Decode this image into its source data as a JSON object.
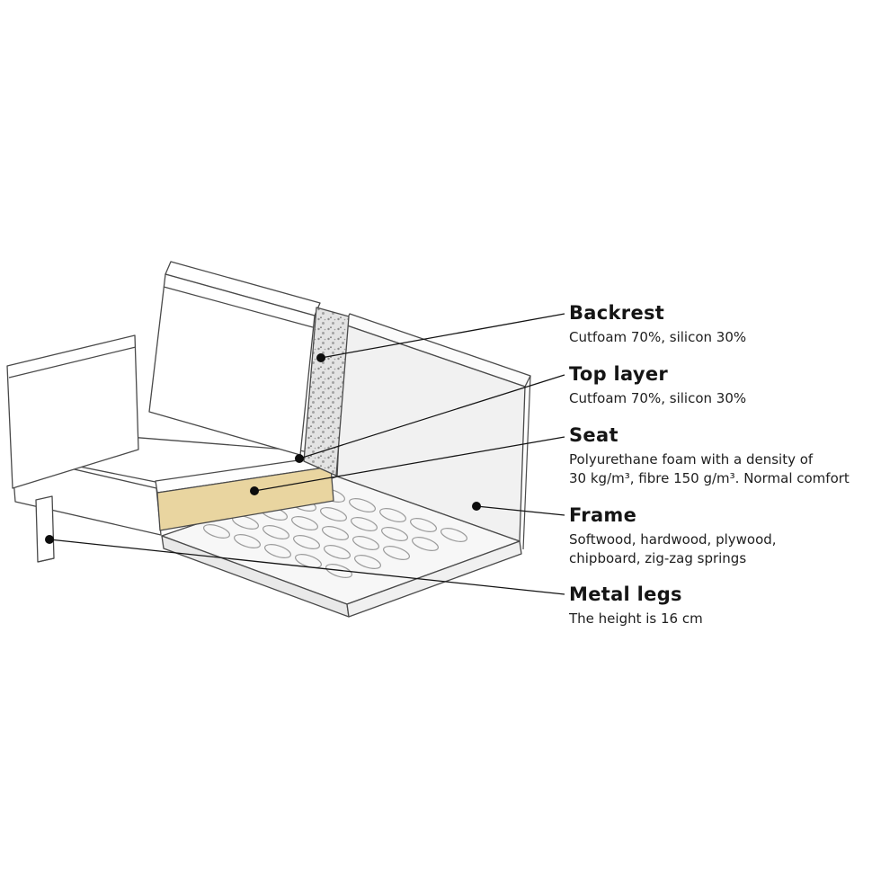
{
  "callouts": [
    {
      "title": "Backrest",
      "desc": "Cutfoam 70%, silicon 30%"
    },
    {
      "title": "Top layer",
      "desc": "Cutfoam 70%, silicon 30%"
    },
    {
      "title": "Seat",
      "desc": "Polyurethane foam with a density of\n30 kg/m³, fibre 150 g/m³. Normal comfort"
    },
    {
      "title": "Frame",
      "desc": "Softwood, hardwood, plywood,\nchipboard, zig-zag springs"
    },
    {
      "title": "Metal legs",
      "desc": "The height is 16 cm"
    }
  ],
  "colors": {
    "outline": "#4a4a4a",
    "leader_line": "#141414",
    "dot": "#0d0d0d",
    "frame_fill": "#f1f1f1",
    "base_fill": "#f7f7f7",
    "foam_cut_fill": "#e3e3e3",
    "seat_foam": "#e9d5a0",
    "spring": "#9b9b9b"
  }
}
